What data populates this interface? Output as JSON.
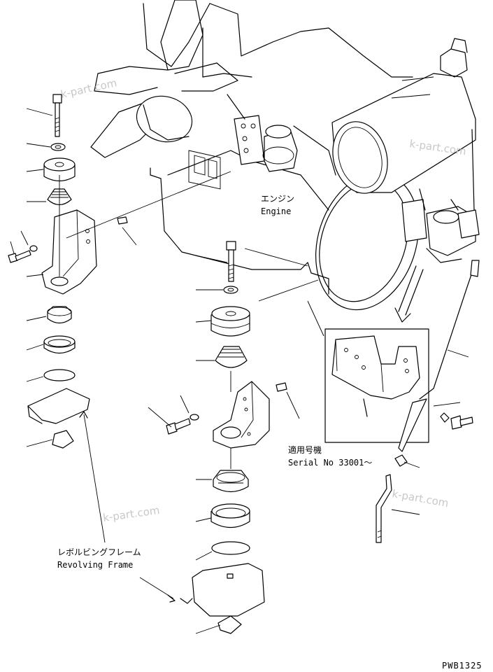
{
  "labels": {
    "engine_jp": "エンジン",
    "engine_en": "Engine",
    "serial_jp": "適用号機",
    "serial_en": "Serial No 33001～",
    "frame_jp": "レボルビングフレーム",
    "frame_en": "Revolving Frame"
  },
  "watermarks": [
    "k-part.com",
    "k-part.com",
    "k-part.com",
    "k-part.com"
  ],
  "drawing_code": "PWB1325"
}
